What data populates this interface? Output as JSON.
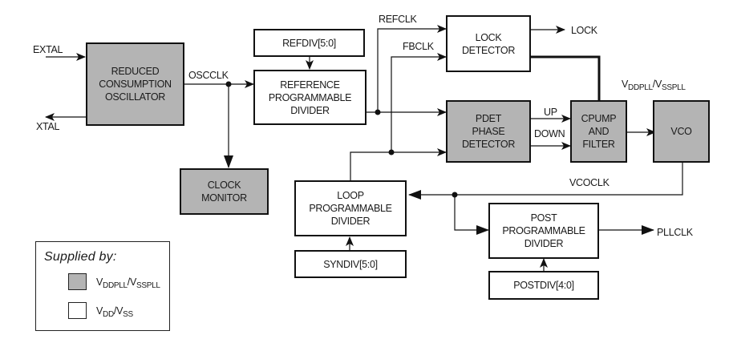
{
  "diagram": {
    "colors": {
      "pll_supply": "#b4b4b4",
      "core_supply": "#ffffff",
      "line": "#111111"
    },
    "blocks": {
      "oscillator": "REDUCED\nCONSUMPTION\nOSCILLATOR",
      "clock_monitor": "CLOCK\nMONITOR",
      "refdiv_reg": "REFDIV[5:0]",
      "ref_divider": "REFERENCE\nPROGRAMMABLE\nDIVIDER",
      "lock_detector": "LOCK\nDETECTOR",
      "phase_detector": "PDET\nPHASE\nDETECTOR",
      "cpump_filter": "CPUMP\nAND\nFILTER",
      "vco": "VCO",
      "loop_divider": "LOOP\nPROGRAMMABLE\nDIVIDER",
      "syndiv_reg": "SYNDIV[5:0]",
      "post_divider": "POST\nPROGRAMMABLE\nDIVIDER",
      "postdiv_reg": "POSTDIV[4:0]"
    },
    "signals": {
      "extal": "EXTAL",
      "xtal": "XTAL",
      "oscclk": "OSCCLK",
      "refclk": "REFCLK",
      "fbclk": "FBCLK",
      "lock": "LOCK",
      "up": "UP",
      "down": "DOWN",
      "vcoclk": "VCOCLK",
      "pllclk": "PLLCLK"
    },
    "supply_label": {
      "main": "V",
      "sub1": "DDPLL",
      "sep": "/V",
      "sub2": "SSPLL"
    },
    "legend": {
      "title": "Supplied by:",
      "items": [
        {
          "main": "V",
          "sub1": "DDPLL",
          "sep": "/V",
          "sub2": "SSPLL",
          "fill": "gray"
        },
        {
          "main": "V",
          "sub1": "DD",
          "sep": "/V",
          "sub2": "SS",
          "fill": "white"
        }
      ]
    }
  }
}
